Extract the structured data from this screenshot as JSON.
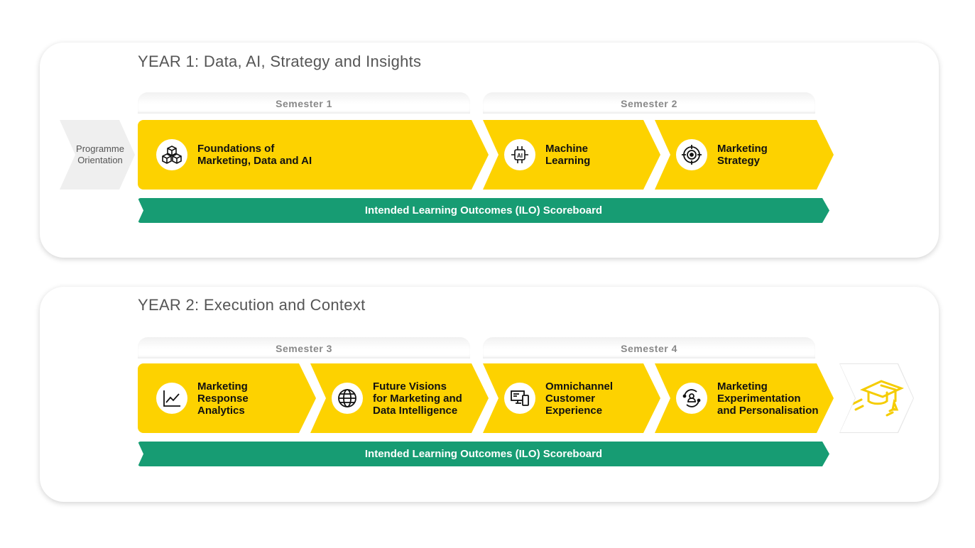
{
  "year1": {
    "title": "YEAR 1:  Data, AI, Strategy and Insights",
    "semesters": [
      "Semester 1",
      "Semester 2"
    ],
    "orientation": "Programme\nOrientation",
    "modules": [
      {
        "label": "Foundations of\nMarketing, Data and AI",
        "icon": "cubes-icon"
      },
      {
        "label": "Machine\nLearning",
        "icon": "ai-chip-icon"
      },
      {
        "label": "Marketing\nStrategy",
        "icon": "target-icon"
      }
    ],
    "ilo": "Intended Learning Outcomes (ILO) Scoreboard"
  },
  "year2": {
    "title": "YEAR 2:  Execution and Context",
    "semesters": [
      "Semester 3",
      "Semester 4"
    ],
    "modules": [
      {
        "label": "Marketing\nResponse\nAnalytics",
        "icon": "line-chart-icon"
      },
      {
        "label": "Future Visions\nfor Marketing and\nData Intelligence",
        "icon": "globe-icon"
      },
      {
        "label": "Omnichannel\nCustomer\nExperience",
        "icon": "devices-icon"
      },
      {
        "label": "Marketing\nExperimentation\nand Personalisation",
        "icon": "person-cycle-icon"
      }
    ],
    "ilo": "Intended Learning Outcomes (ILO) Scoreboard",
    "end_icon": "graduation-cap-icon"
  },
  "colors": {
    "yellow": "#FDD200",
    "green": "#179C73"
  }
}
